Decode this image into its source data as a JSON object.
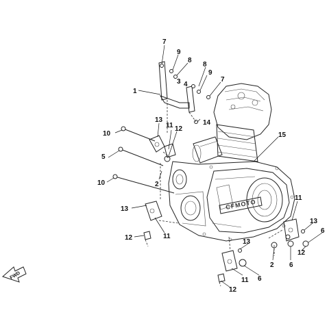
{
  "diagram": {
    "fwd_label": "FWD",
    "engine_brand": "CFMOTO",
    "callouts": [
      {
        "id": "c7a",
        "label": "7"
      },
      {
        "id": "c9a",
        "label": "9"
      },
      {
        "id": "c8a",
        "label": "8"
      },
      {
        "id": "c3",
        "label": "3"
      },
      {
        "id": "c4",
        "label": "4"
      },
      {
        "id": "c8b",
        "label": "8"
      },
      {
        "id": "c9b",
        "label": "9"
      },
      {
        "id": "c7b",
        "label": "7"
      },
      {
        "id": "c1",
        "label": "1"
      },
      {
        "id": "c14",
        "label": "14"
      },
      {
        "id": "c13a",
        "label": "13"
      },
      {
        "id": "c11a",
        "label": "11"
      },
      {
        "id": "c12a",
        "label": "12"
      },
      {
        "id": "c10a",
        "label": "10"
      },
      {
        "id": "c15",
        "label": "15"
      },
      {
        "id": "c5",
        "label": "5"
      },
      {
        "id": "c2a",
        "label": "2"
      },
      {
        "id": "c10b",
        "label": "10"
      },
      {
        "id": "c13b",
        "label": "13"
      },
      {
        "id": "c11b",
        "label": "11"
      },
      {
        "id": "c12b",
        "label": "12"
      },
      {
        "id": "c11c",
        "label": "11"
      },
      {
        "id": "c13c",
        "label": "13"
      },
      {
        "id": "c6a",
        "label": "6"
      },
      {
        "id": "c12c",
        "label": "12"
      },
      {
        "id": "c13d",
        "label": "13"
      },
      {
        "id": "c2b",
        "label": "2"
      },
      {
        "id": "c6b",
        "label": "6"
      },
      {
        "id": "c11d",
        "label": "11"
      },
      {
        "id": "c6c",
        "label": "6"
      },
      {
        "id": "c12d",
        "label": "12"
      }
    ]
  }
}
